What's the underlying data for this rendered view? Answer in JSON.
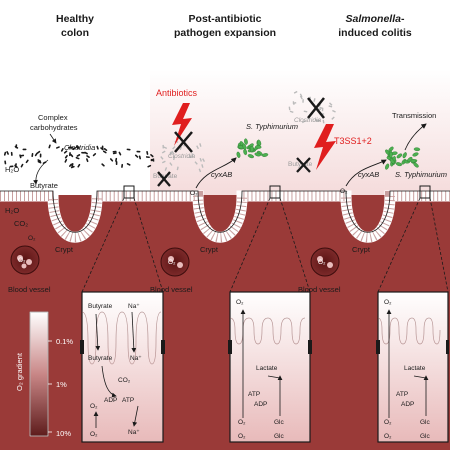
{
  "panels": {
    "healthy": {
      "title_line1": "Healthy",
      "title_line2": "colon"
    },
    "post_antibiotic": {
      "title_line1": "Post-antibiotic",
      "title_line2": "pathogen expansion"
    },
    "colitis": {
      "title_line1_italic": "Salmonella",
      "title_line1_rest": "-",
      "title_line2": "induced colitis"
    }
  },
  "labels": {
    "complex_carbs_line1": "Complex",
    "complex_carbs_line2": "carbohydrates",
    "clostridia": "Clostridia",
    "h2o": "H₂O",
    "butyrate": "Butyrate",
    "co2": "CO₂",
    "o2": "O₂",
    "crypt": "Crypt",
    "blood_vessel": "Blood vessel",
    "antibiotics": "Antibiotics",
    "s_typhimurium": "S. Typhimurium",
    "cyxab": "cyxAB",
    "t3ss": "T3SS1+2",
    "transmission": "Transmission",
    "o2_gradient": "O₂ gradient",
    "lactate": "Lactate",
    "atp": "ATP",
    "adp": "ADP",
    "glc": "Glc",
    "na_plus": "Na⁺"
  },
  "gradient_scale": {
    "top": "0.1%",
    "mid": "1%",
    "bottom": "10%"
  },
  "colors": {
    "tissue": "#9a3a38",
    "tissue_dark": "#6e2322",
    "epithelium": "#ffffff",
    "pathogen": "#4caf50",
    "antibiotic": "#e01e1e"
  }
}
